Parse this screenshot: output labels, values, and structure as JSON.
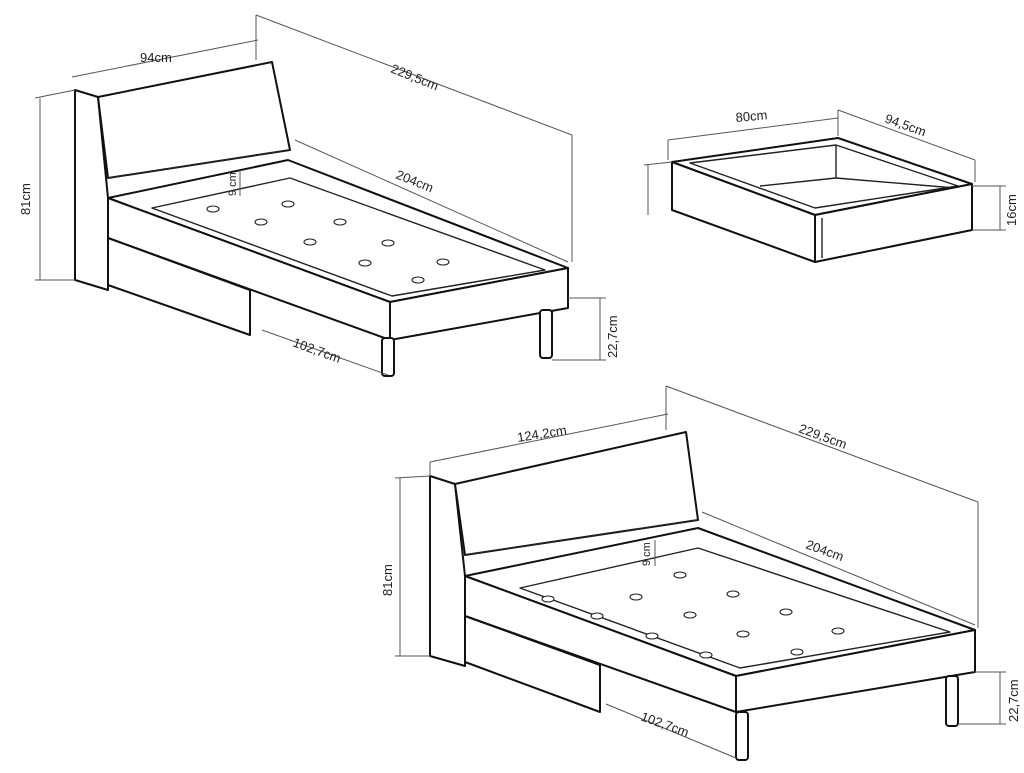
{
  "single_bed": {
    "width_label": "94cm",
    "length_label": "229,5cm",
    "inner_length_label": "204cm",
    "height_label": "81cm",
    "frame_depth_label": "9 cm",
    "underbed_label": "102,7cm",
    "leg_height_label": "22,7cm"
  },
  "drawer": {
    "width_label": "80cm",
    "depth_label": "94,5cm",
    "height_label": "16cm"
  },
  "double_bed": {
    "width_label": "124,2cm",
    "length_label": "229,5cm",
    "inner_length_label": "204cm",
    "height_label": "81cm",
    "frame_depth_label": "9 cm",
    "underbed_label": "102,7cm",
    "leg_height_label": "22,7cm"
  }
}
